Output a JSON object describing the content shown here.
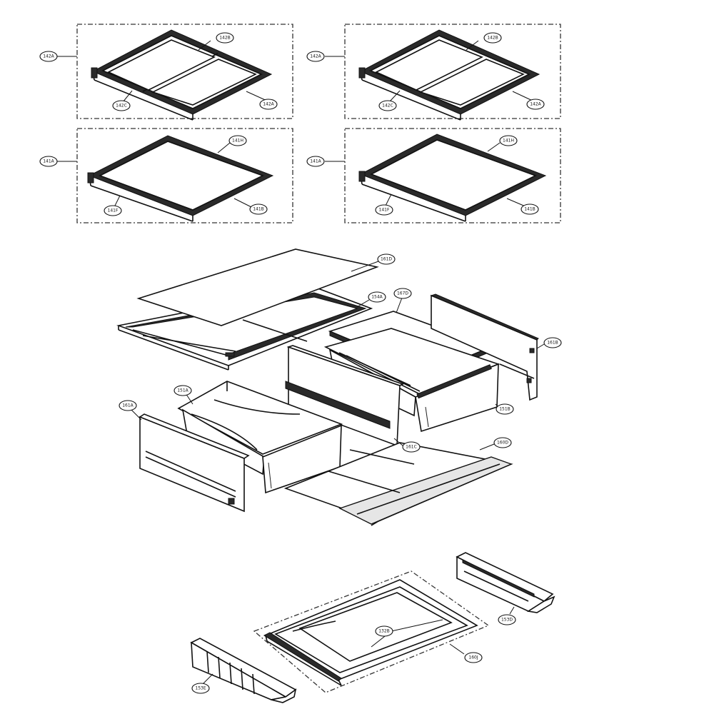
{
  "callouts": {
    "shelf_a_frame": "142A",
    "shelf_a_glass": "142B",
    "shelf_a_front": "142C",
    "shelf_a_side": "142A",
    "shelf_b_frame": "142A",
    "shelf_b_glass": "142B",
    "shelf_b_front": "142C",
    "shelf_b_side": "142A",
    "shelf_c_frame": "141A",
    "shelf_c_glass": "141H",
    "shelf_c_front": "141F",
    "shelf_c_side": "141B",
    "shelf_d_frame": "141A",
    "shelf_d_glass": "141H",
    "shelf_d_front": "141F",
    "shelf_d_side": "141B",
    "cover_glass": "161D",
    "cover_frame": "154A",
    "small_drawer_lid": "167D",
    "small_drawer_side": "161B",
    "large_drawer": "151A",
    "front_panel": "161A",
    "small_drawer_body": "151B",
    "partition": "161C",
    "base_plate": "160D",
    "bin_left_bracket": "153E",
    "bin_right_bracket": "153D",
    "bin_tray": "132B",
    "bin_assembly": "160J"
  }
}
